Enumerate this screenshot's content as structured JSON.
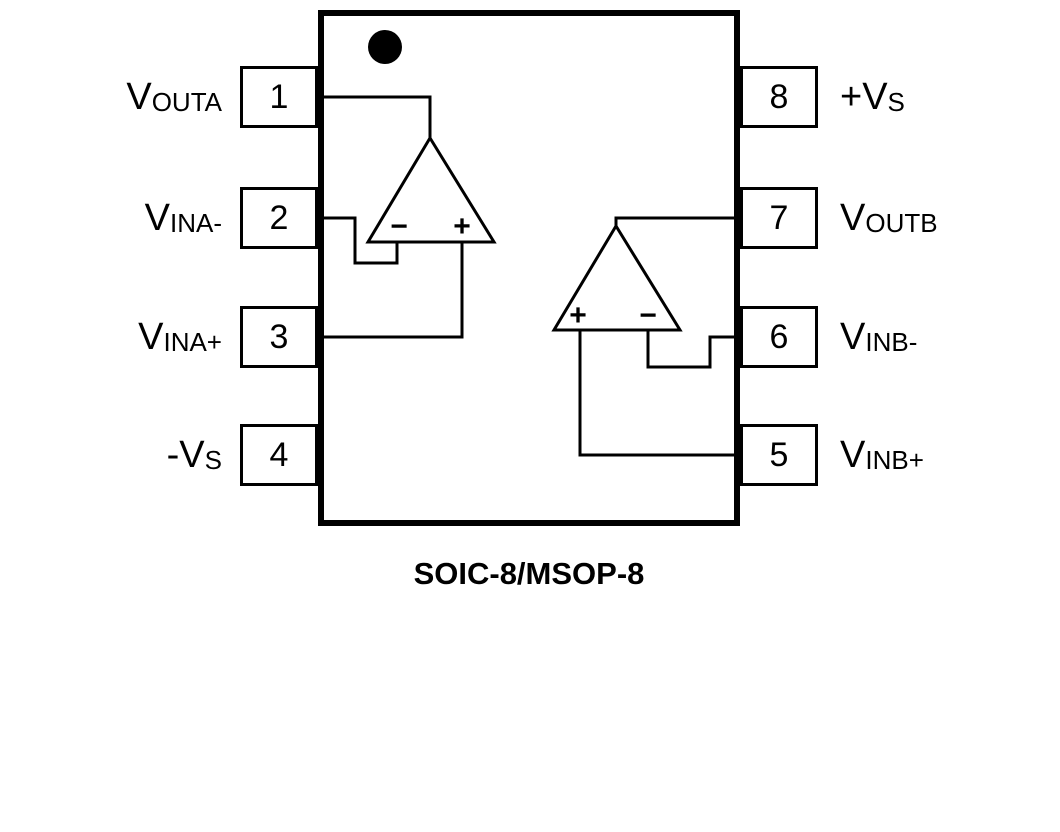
{
  "diagram": {
    "caption": "SOIC-8/MSOP-8",
    "pins": {
      "left": [
        {
          "number": "1",
          "label_main": "V",
          "label_sub": "OUTA"
        },
        {
          "number": "2",
          "label_main": "V",
          "label_sub": "INA-"
        },
        {
          "number": "3",
          "label_main": "V",
          "label_sub": "INA+"
        },
        {
          "number": "4",
          "label_main": "-V",
          "label_sub": "S"
        }
      ],
      "right": [
        {
          "number": "8",
          "label_main": "+V",
          "label_sub": "S"
        },
        {
          "number": "7",
          "label_main": "V",
          "label_sub": "OUTB"
        },
        {
          "number": "6",
          "label_main": "V",
          "label_sub": "INB-"
        },
        {
          "number": "5",
          "label_main": "V",
          "label_sub": "INB+"
        }
      ]
    },
    "opamps": {
      "a": {
        "inverting_sign": "−",
        "noninverting_sign": "+"
      },
      "b": {
        "inverting_sign": "+",
        "noninverting_sign": "−"
      }
    },
    "colors": {
      "line": "#000000",
      "background": "#ffffff"
    }
  }
}
